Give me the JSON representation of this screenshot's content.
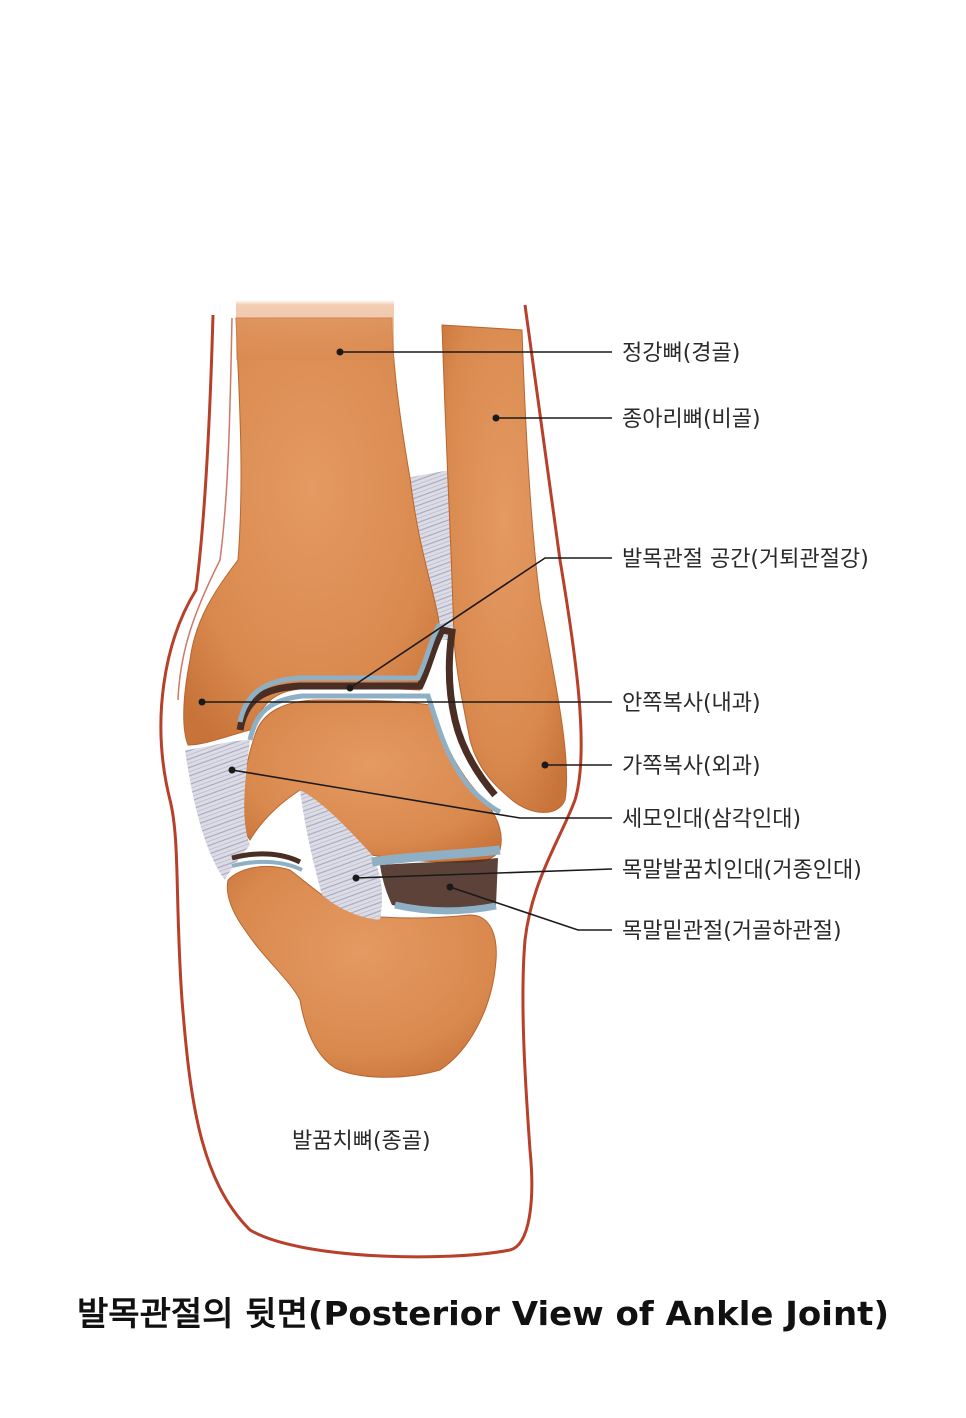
{
  "labels": {
    "tibia": "정강뼈(경골)",
    "fibula": "종아리뼈(비골)",
    "joint_space": "발목관절 공간(거퇴관절강)",
    "medial_malleolus": "안쪽복사(내과)",
    "lateral_malleolus": "가쪽복사(외과)",
    "deltoid_ligament": "세모인대(삼각인대)",
    "talocalcaneal_ligament": "목말발꿈치인대(거종인대)",
    "subtalar_joint": "목말밑관절(거골하관절)",
    "calcaneus": "발꿈치뼈(종골)"
  },
  "caption": "발목관절의 뒷면(Posterior View of Ankle Joint)",
  "colors": {
    "bone": "#d9894e",
    "bone_dark": "#b9652f",
    "skin_outline": "#b8402a",
    "cartilage": "#8fb0c4",
    "cavity": "#4a2e24",
    "ligament": "#c9c9d8"
  }
}
